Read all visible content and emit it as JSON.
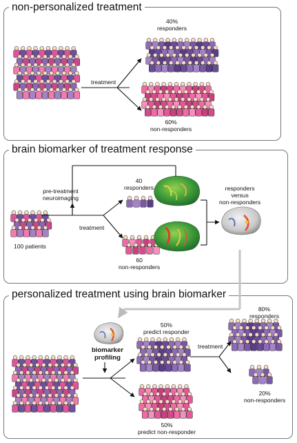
{
  "panel1": {
    "title": "non-personalized treatment",
    "treatment": "treatment",
    "responders_pct": "40%",
    "responders_label": "responders",
    "nonresponders_pct": "60%",
    "nonresponders_label": "non-responders"
  },
  "panel2": {
    "title": "brain biomarker of treatment response",
    "neuroimaging_1": "pre-treatment",
    "neuroimaging_2": "neuroimaging",
    "treatment": "treatment",
    "patients": "100 patients",
    "responders_n": "40",
    "responders_label": "responders",
    "nonresponders_n": "60",
    "nonresponders_label": "non-responders",
    "compare_1": "responders",
    "compare_2": "versus",
    "compare_3": "non-responders"
  },
  "panel3": {
    "title": "personalized treatment using brain biomarker",
    "biomarker_1": "biomarker",
    "biomarker_2": "profiling",
    "predict_resp_pct": "50%",
    "predict_resp_label": "predict responder",
    "predict_nonresp_pct": "50%",
    "predict_nonresp_label": "predict non-responder",
    "treatment": "treatment",
    "resp_pct": "80%",
    "resp_label": "responders",
    "nonresp_pct": "20%",
    "nonresp_label": "non-responders"
  },
  "colors": {
    "pink": [
      "#f16aa6",
      "#e8559a",
      "#d84a8c",
      "#f58fbb",
      "#c93f80"
    ],
    "purple": [
      "#8e6bb8",
      "#7b57a8",
      "#6a4a9a",
      "#a484c8",
      "#5a3d8a"
    ],
    "mixed": [
      "#e0559a",
      "#8b67b5",
      "#f27aaf",
      "#6f4f9f",
      "#c94889",
      "#a383c6"
    ]
  }
}
